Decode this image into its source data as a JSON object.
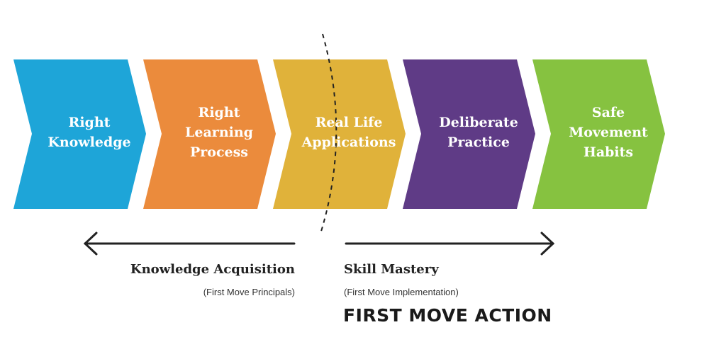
{
  "steps": [
    {
      "label_lines": [
        "Right",
        "Knowledge"
      ],
      "color": "#1ea5d8"
    },
    {
      "label_lines": [
        "Right",
        "Learning",
        "Process"
      ],
      "color": "#eb8b3c"
    },
    {
      "label_lines": [
        "Real Life",
        "Applications"
      ],
      "color": "#e0b23a"
    },
    {
      "label_lines": [
        "Deliberate",
        "Practice"
      ],
      "color": "#5f3b86"
    },
    {
      "label_lines": [
        "Safe",
        "Movement",
        "Habits"
      ],
      "color": "#86c240"
    }
  ],
  "left_phase": {
    "title": "Knowledge Acquisition",
    "subtitle": "(First Move Principals)"
  },
  "right_phase": {
    "title": "Skill Mastery",
    "subtitle": "(First Move Implementation)"
  },
  "action": "FIRST MOVE ACTION"
}
